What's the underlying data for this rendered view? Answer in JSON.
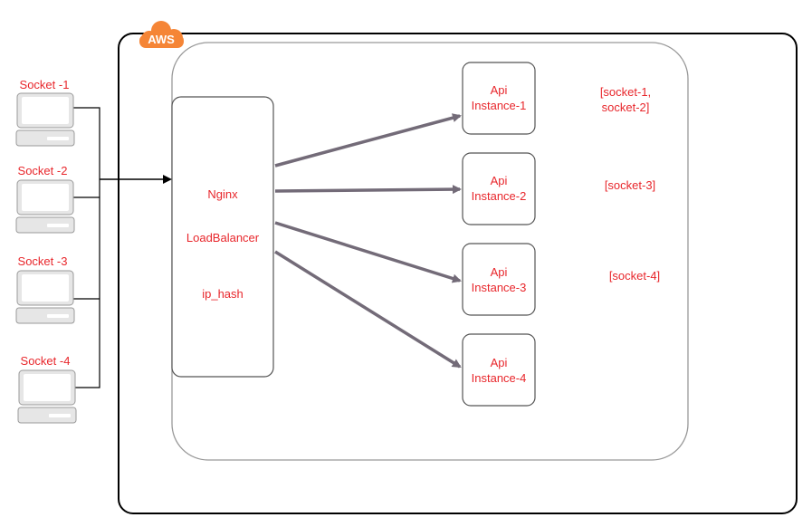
{
  "aws": {
    "badge_label": "AWS",
    "badge_color": "#f58536"
  },
  "load_balancer": {
    "line1": "Nginx",
    "line2": "LoadBalancer",
    "line3": "ip_hash"
  },
  "clients": [
    {
      "label": "Socket -1"
    },
    {
      "label": "Socket -2"
    },
    {
      "label": "Socket -3"
    },
    {
      "label": "Socket -4"
    }
  ],
  "instances": [
    {
      "line1": "Api",
      "line2": "Instance-1",
      "sockets": [
        "[socket-1,",
        "socket-2]"
      ]
    },
    {
      "line1": "Api",
      "line2": "Instance-2",
      "sockets": [
        "[socket-3]"
      ]
    },
    {
      "line1": "Api",
      "line2": "Instance-3",
      "sockets": [
        "[socket-4]"
      ]
    },
    {
      "line1": "Api",
      "line2": "Instance-4",
      "sockets": []
    }
  ],
  "colors": {
    "label_text": "#e8262b",
    "arrow": "#736b78",
    "box_border": "#555555",
    "container_border": "#999999"
  }
}
